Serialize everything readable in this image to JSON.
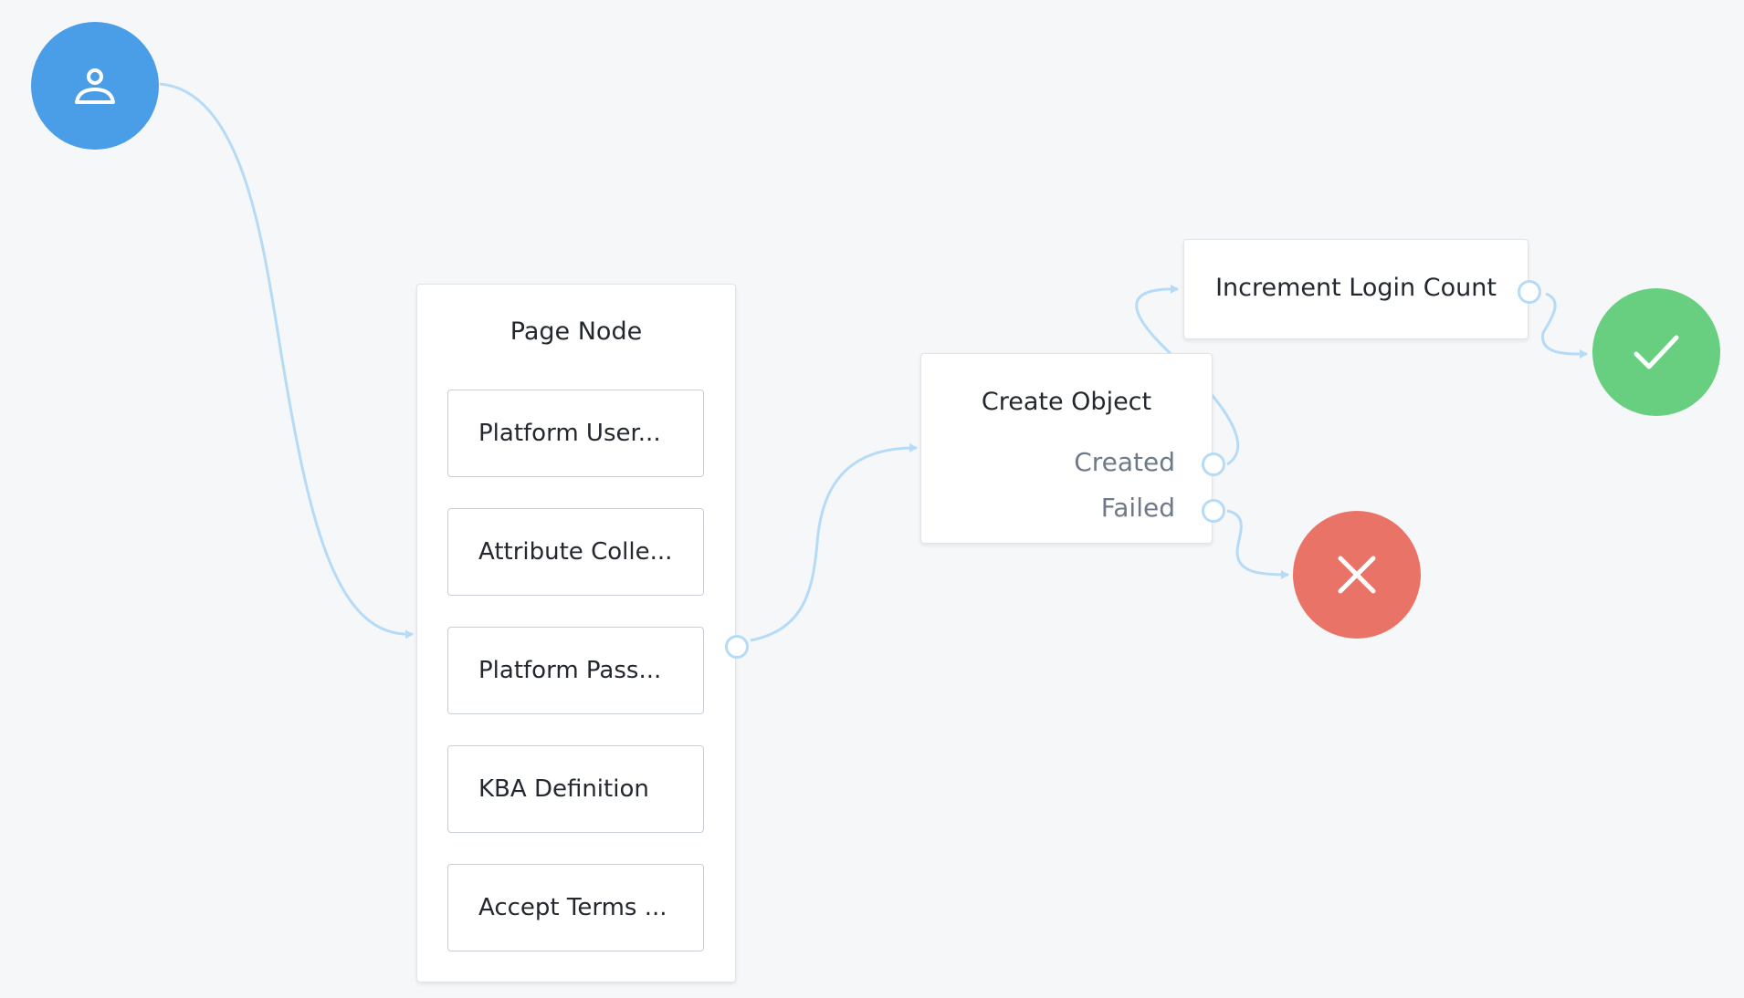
{
  "start": {
    "icon": "user-icon",
    "color": "#4a9de7"
  },
  "page_node": {
    "title": "Page Node",
    "items": [
      {
        "label": "Platform User..."
      },
      {
        "label": "Attribute Colle..."
      },
      {
        "label": "Platform Pass..."
      },
      {
        "label": "KBA Definition"
      },
      {
        "label": "Accept Terms ..."
      }
    ]
  },
  "create_object": {
    "title": "Create Object",
    "outcomes": [
      {
        "label": "Created"
      },
      {
        "label": "Failed"
      }
    ]
  },
  "increment_login": {
    "title": "Increment Login Count"
  },
  "success": {
    "icon": "check-icon",
    "color": "#67cf7f"
  },
  "failure": {
    "icon": "close-icon",
    "color": "#e97367"
  },
  "colors": {
    "link": "#b6dbf7",
    "background": "#f6f7f9"
  }
}
